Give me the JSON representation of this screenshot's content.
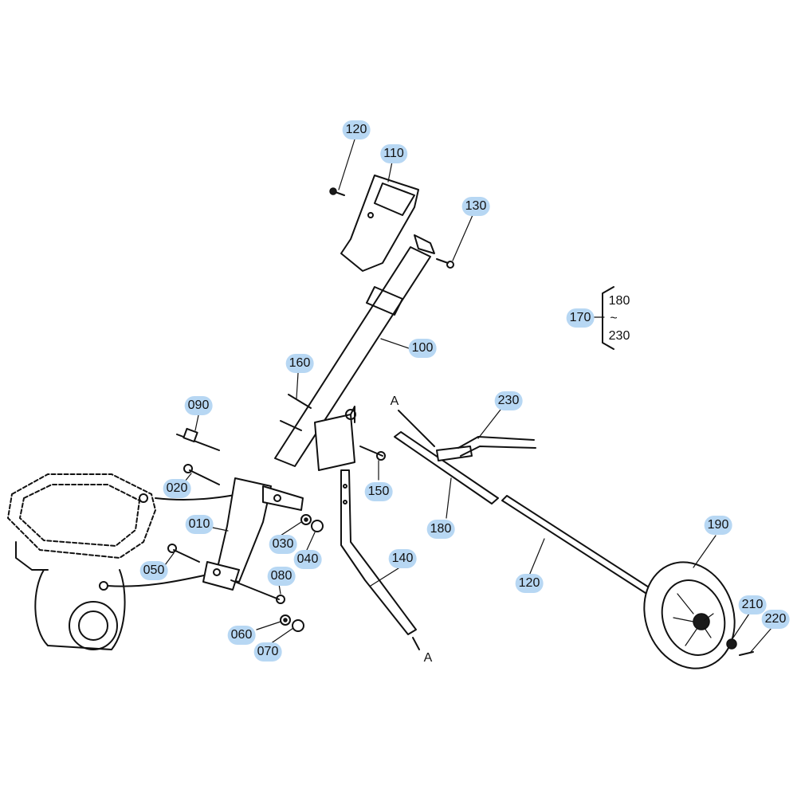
{
  "parts": [
    {
      "key": "p120a",
      "label": "120"
    },
    {
      "key": "p110",
      "label": "110"
    },
    {
      "key": "p130",
      "label": "130"
    },
    {
      "key": "p170",
      "label": "170"
    },
    {
      "key": "p100",
      "label": "100"
    },
    {
      "key": "p160",
      "label": "160"
    },
    {
      "key": "p090",
      "label": "090"
    },
    {
      "key": "p230b",
      "label": "230"
    },
    {
      "key": "p020",
      "label": "020"
    },
    {
      "key": "p150",
      "label": "150"
    },
    {
      "key": "p010",
      "label": "010"
    },
    {
      "key": "p180b",
      "label": "180"
    },
    {
      "key": "p030",
      "label": "030"
    },
    {
      "key": "p040",
      "label": "040"
    },
    {
      "key": "p190",
      "label": "190"
    },
    {
      "key": "p050",
      "label": "050"
    },
    {
      "key": "p140",
      "label": "140"
    },
    {
      "key": "p080",
      "label": "080"
    },
    {
      "key": "p120b",
      "label": "120"
    },
    {
      "key": "p210",
      "label": "210"
    },
    {
      "key": "p220",
      "label": "220"
    },
    {
      "key": "p060",
      "label": "060"
    },
    {
      "key": "p070",
      "label": "070"
    }
  ],
  "group_range": {
    "start": "180",
    "tilde": "~",
    "end": "230"
  },
  "section_marks": {
    "top": "A",
    "bottom": "A"
  }
}
